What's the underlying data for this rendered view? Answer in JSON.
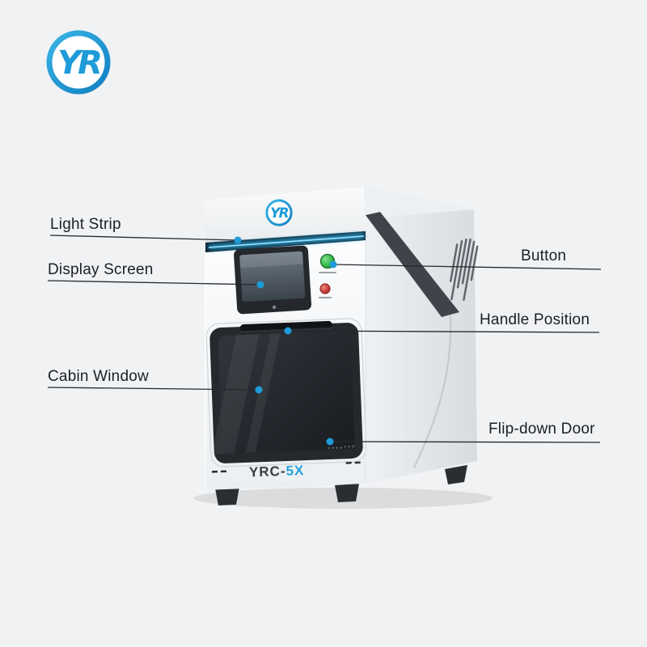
{
  "page": {
    "background": "#f0f2f4"
  },
  "logo": {
    "text": "YR",
    "ring_color": "#1e9bd8"
  },
  "machine": {
    "model_prefix": "YRC-",
    "model_suffix": "5X"
  },
  "callouts": {
    "left": [
      {
        "label": "Light Strip"
      },
      {
        "label": "Display Screen"
      },
      {
        "label": "Cabin Window"
      }
    ],
    "right": [
      {
        "label": "Button"
      },
      {
        "label": "Handle Position"
      },
      {
        "label": "Flip-down Door"
      }
    ]
  },
  "colors": {
    "accent_blue": "#1e9bd8",
    "callout_line": "#26292d",
    "light_strip_glow": "#2fb3ec",
    "power_button_green": "#35b54a",
    "stop_button_red": "#c23b34",
    "door_dark": "#25282d"
  }
}
